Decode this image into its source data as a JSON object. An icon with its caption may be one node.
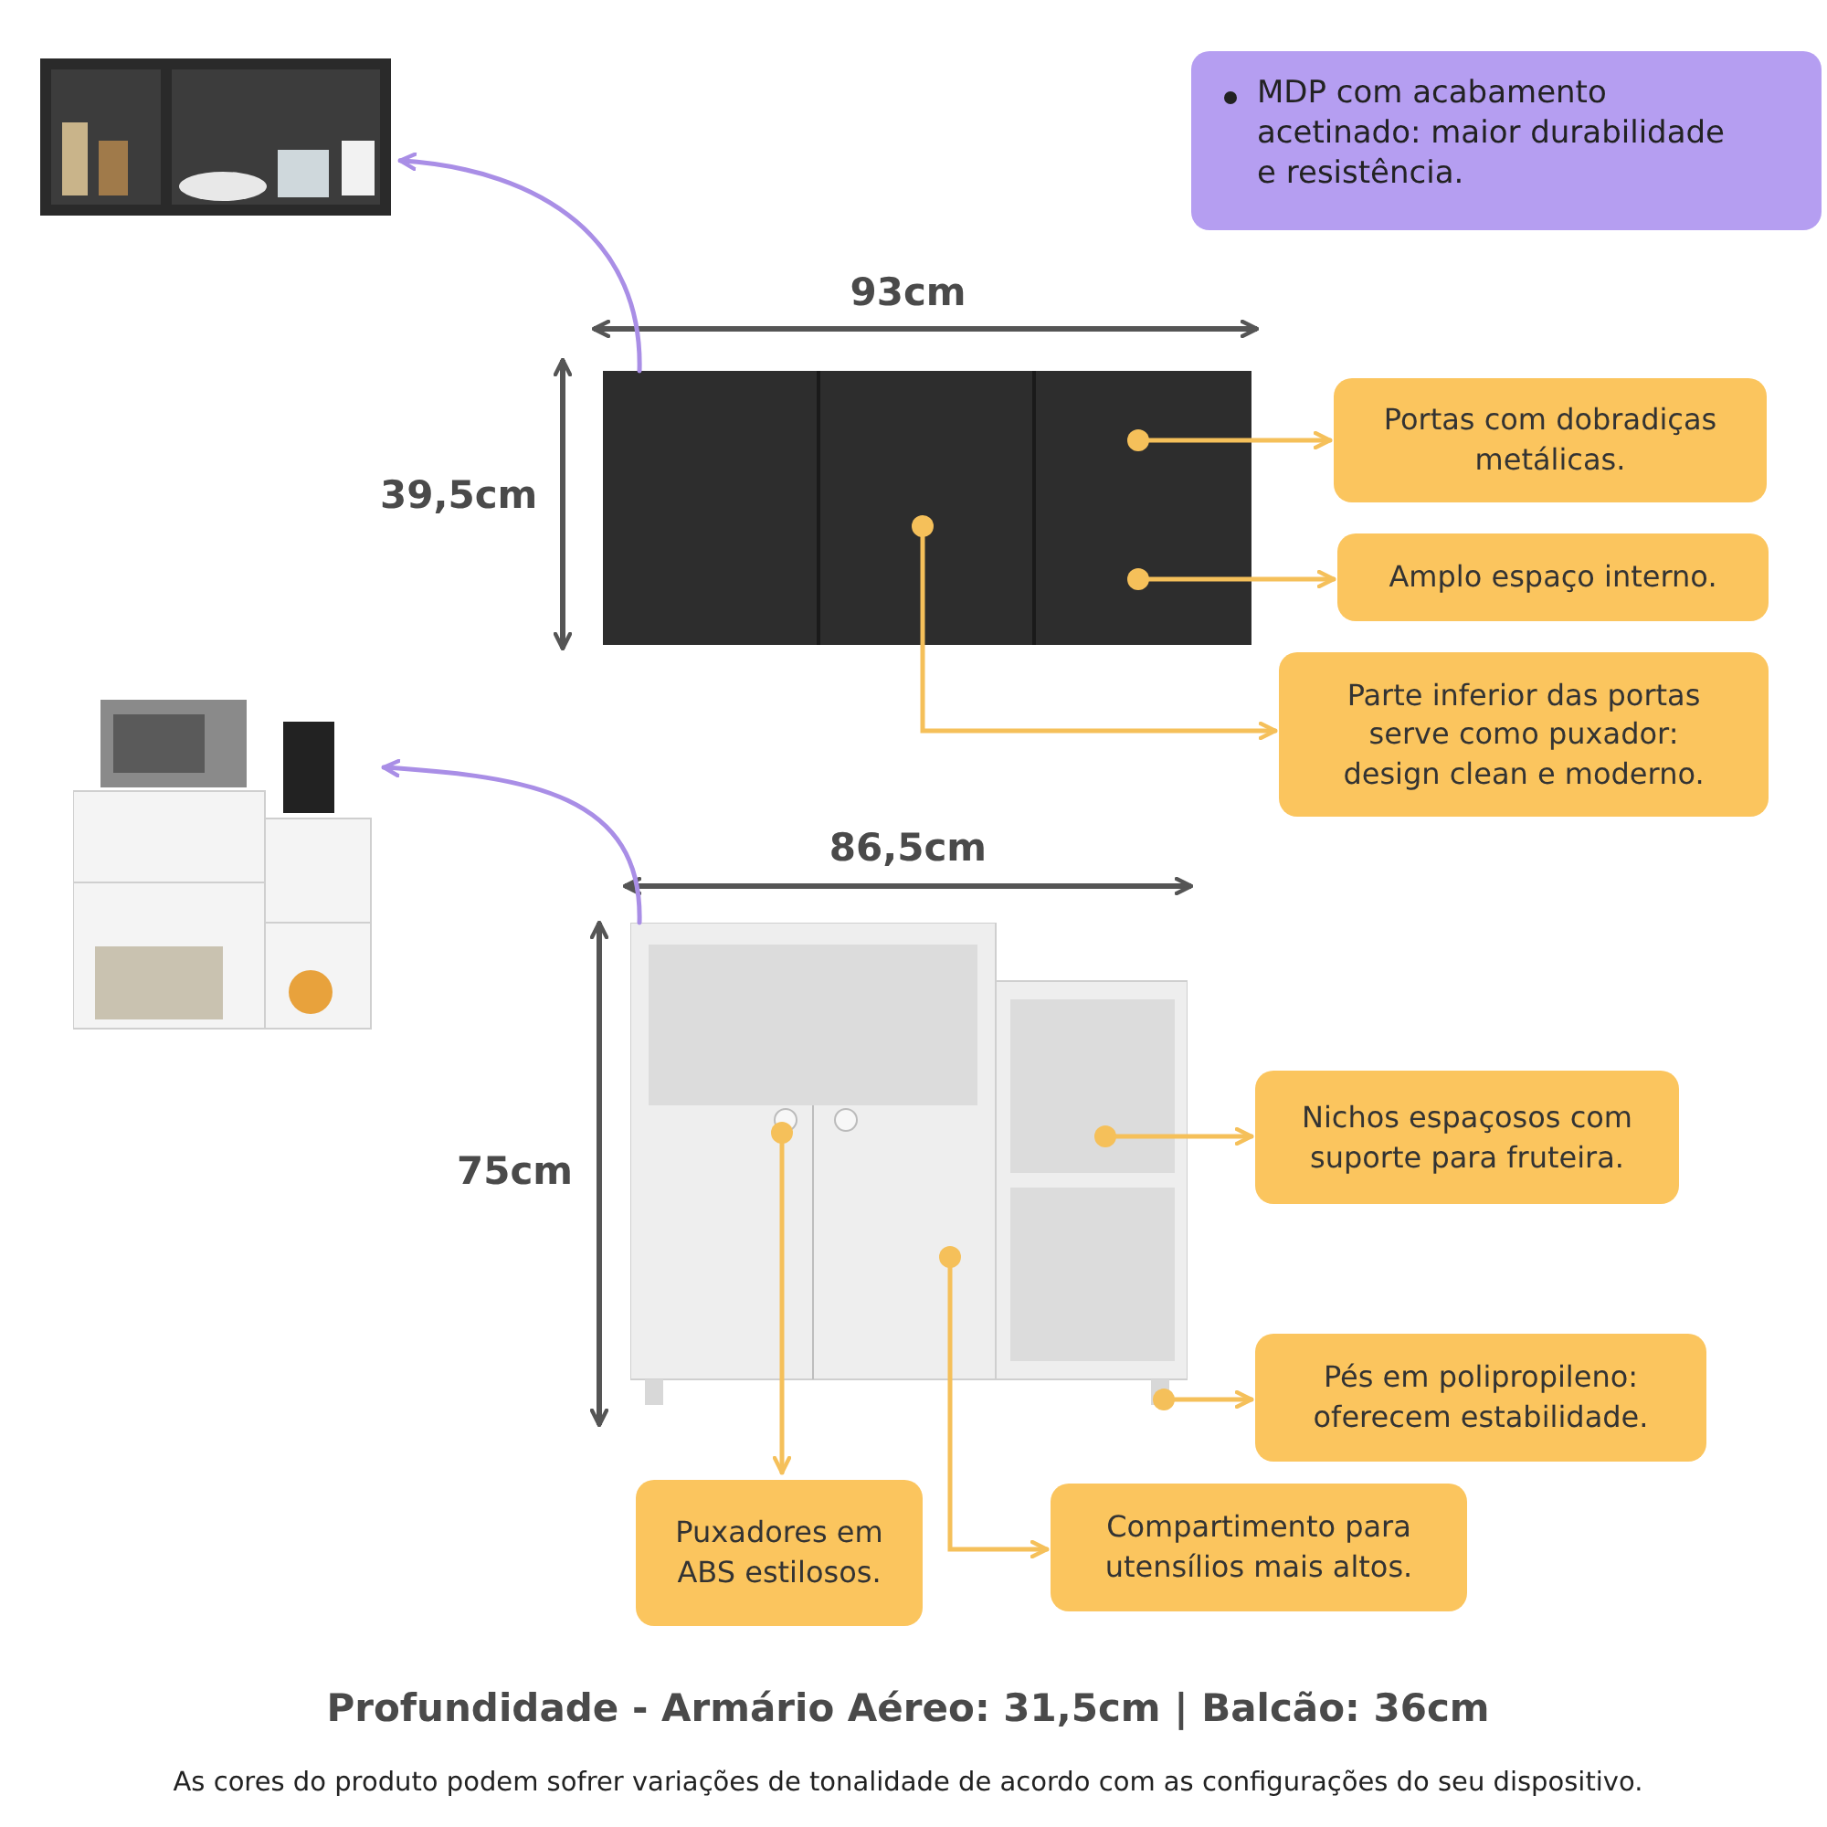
{
  "diagram": {
    "nodes": [
      {
        "text": [
          "MDP com acabamento acetinado: maior durabilidade e resistência."
        ]
      },
      {
        "text": [],
        "shape": "picture"
      },
      {
        "text": [],
        "shape": "picture"
      },
      {
        "text": [],
        "shape": "picture"
      },
      {
        "text": [],
        "shape": "picture"
      },
      {
        "text": [
          "Portas com dobradiças metálicas."
        ]
      },
      {
        "text": [
          "Amplo espaço interno."
        ]
      },
      {
        "text": [
          "Parte inferior das portas serve como puxador: design clean e moderno."
        ]
      },
      {
        "text": [
          "Nichos espaçosos com suporte para fruteira."
        ]
      },
      {
        "text": [
          "Pés em polipropileno: oferecem estabilidade."
        ]
      },
      {
        "text": [
          "Puxadores em ABS estilosos."
        ]
      },
      {
        "text": [
          "Compartimento para utensílios mais altos."
        ]
      }
    ],
    "edges": [
      {
        "from": 2,
        "to": 1,
        "arrow": "to",
        "color": "#a98ee6"
      },
      {
        "from": 4,
        "to": 3,
        "arrow": "to",
        "color": "#a98ee6"
      },
      {
        "from": 2,
        "to": 5,
        "arrow": "to"
      },
      {
        "from": 2,
        "to": 6,
        "arrow": "to"
      },
      {
        "from": 2,
        "to": 7,
        "arrow": "to"
      },
      {
        "from": 4,
        "to": 8,
        "arrow": "to"
      },
      {
        "from": 4,
        "to": 9,
        "arrow": "to"
      },
      {
        "from": 4,
        "to": 10,
        "arrow": "to"
      },
      {
        "from": 4,
        "to": 11,
        "arrow": "to"
      }
    ],
    "labels": [
      "93cm",
      "39,5cm",
      "86,5cm",
      "75cm",
      "Profundidade - Armário Aéreo: 31,5cm | Balcão: 36cm",
      "As cores do produto podem sofrer variações de tonalidade de acordo com as configurações do seu dispositivo."
    ]
  }
}
